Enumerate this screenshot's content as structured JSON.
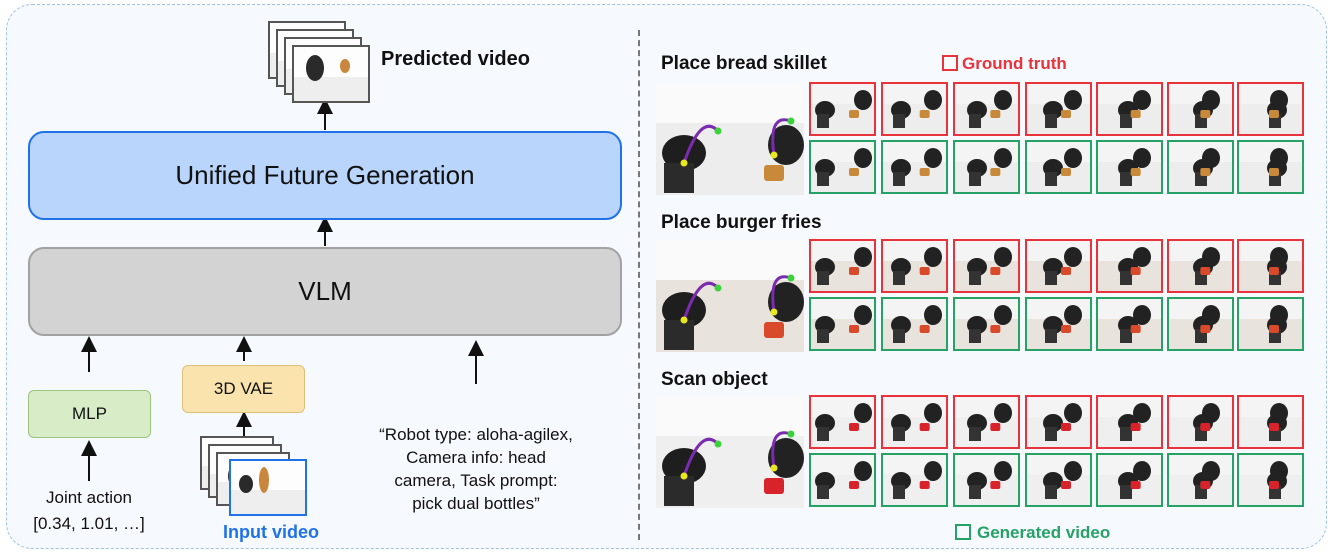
{
  "left": {
    "predicted_video_label": "Predicted video",
    "unified_label": "Unified Future Generation",
    "vlm_label": "VLM",
    "mlp_label": "MLP",
    "vae_label": "3D VAE",
    "joint_action_line1": "Joint action",
    "joint_action_line2": "[0.34, 1.01, …]",
    "input_video_label": "Input video",
    "prompt_lines": [
      "“Robot type: aloha-agilex,",
      "Camera info: head",
      "camera, Task prompt:",
      "pick dual bottles”"
    ]
  },
  "right": {
    "legend_ground_truth": "Ground truth",
    "legend_generated": "Generated video",
    "tasks": [
      {
        "title": "Place bread skillet"
      },
      {
        "title": "Place burger fries"
      },
      {
        "title": "Scan object"
      }
    ]
  },
  "colors": {
    "ground_truth": "#e8323c",
    "generated": "#27a267",
    "accent_blue": "#1f72e8"
  }
}
